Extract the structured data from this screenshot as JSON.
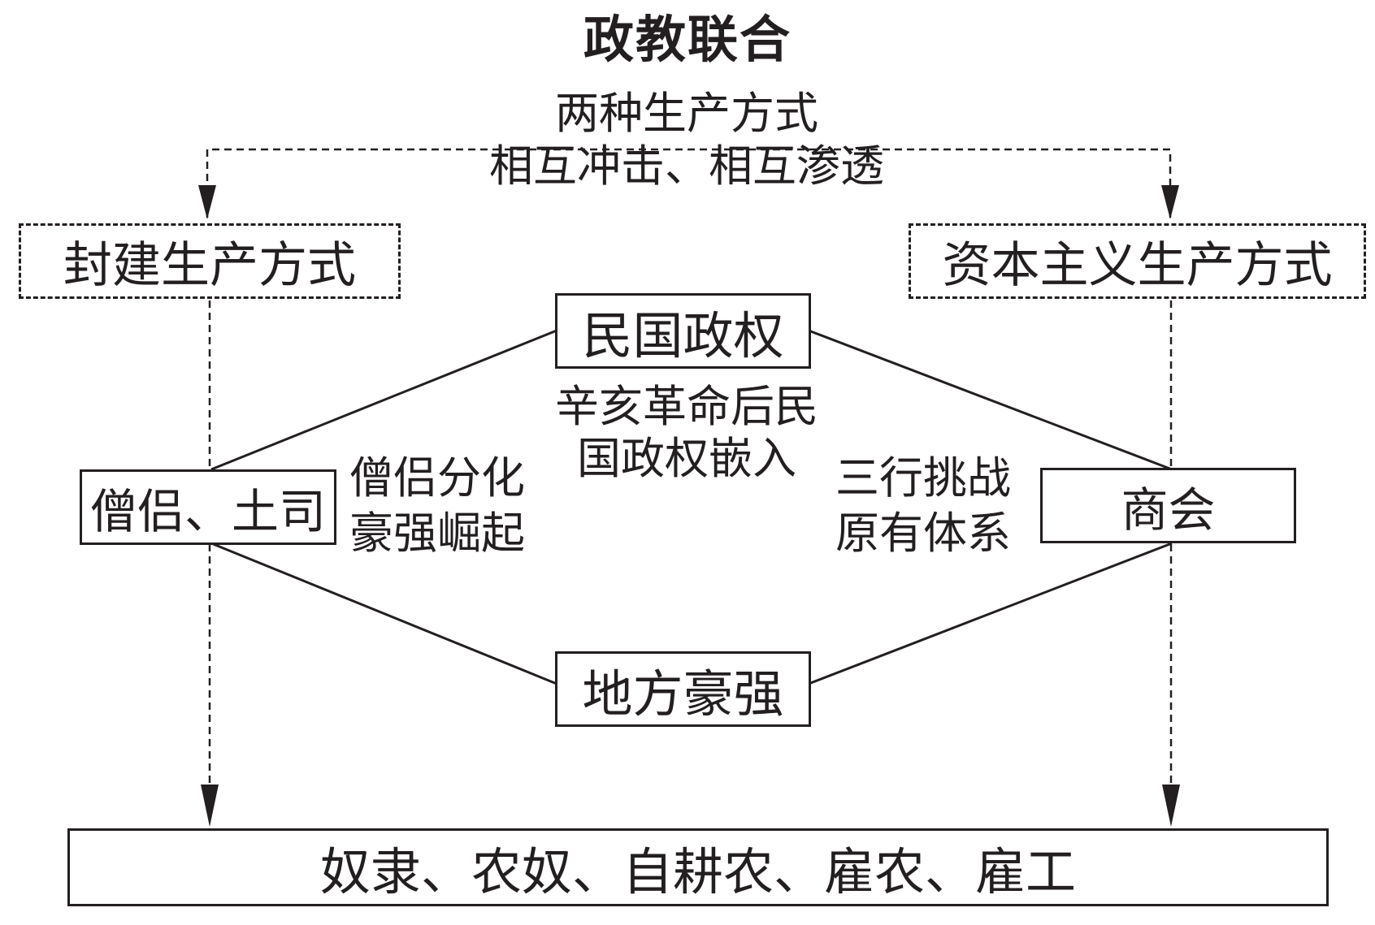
{
  "diagram": {
    "title": "政教联合",
    "top_note": {
      "line1": "两种生产方式",
      "line2": "相互冲击、相互渗透"
    },
    "nodes": {
      "feudal": "封建生产方式",
      "capitalist": "资本主义生产方式",
      "government": "民国政权",
      "monks": "僧侣、土司",
      "chamber": "商会",
      "gentry": "地方豪强",
      "labor": "奴隶、农奴、自耕农、雇农、雇工"
    },
    "annotations": {
      "center": {
        "line1": "辛亥革命后民",
        "line2": "国政权嵌入"
      },
      "left": {
        "line1": "僧侣分化",
        "line2": "豪强崛起"
      },
      "right": {
        "line1": "三行挑战",
        "line2": "原有体系"
      }
    }
  }
}
